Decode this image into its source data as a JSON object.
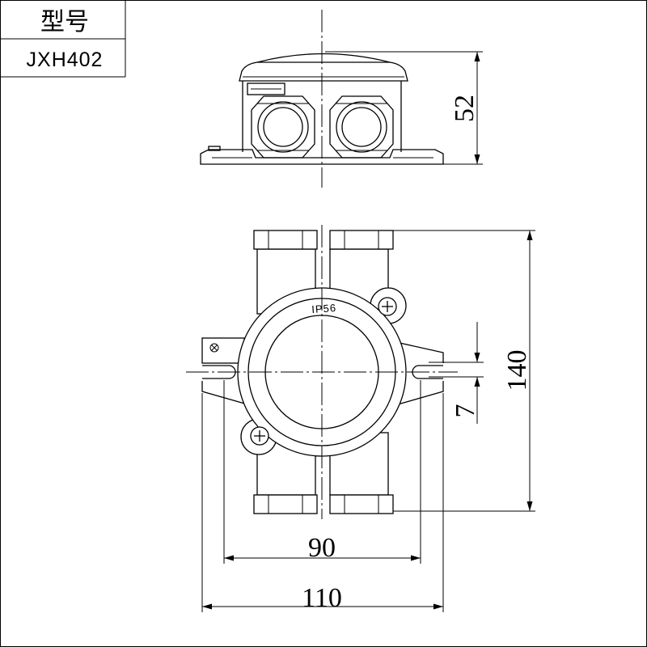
{
  "title_block": {
    "label": "型号",
    "model": "JXH402"
  },
  "side_view": {
    "height": "52"
  },
  "plan_view": {
    "marking": "IP56",
    "height": "140",
    "offset": "7",
    "inner_width": "90",
    "overall_width": "110"
  }
}
